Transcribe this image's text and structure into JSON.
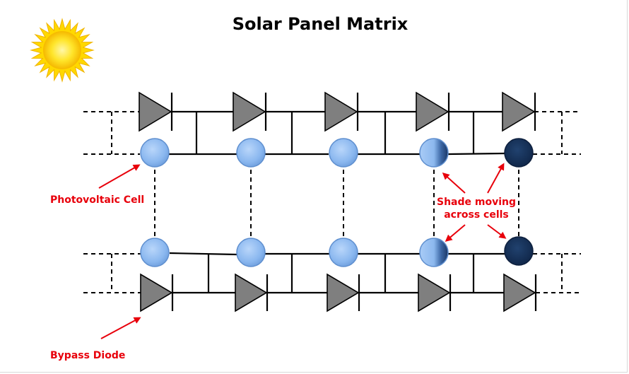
{
  "diagram": {
    "title": "Solar Panel Matrix",
    "labels": {
      "photovoltaic_cell": "Photovoltaic Cell",
      "shade_line1": "Shade moving",
      "shade_line2": "across cells",
      "bypass_diode": "Bypass Diode"
    },
    "colors": {
      "annotation": "#e8000b",
      "diode_fill": "#7f7f7f",
      "cell_light": "#9cc2f2",
      "cell_shaded": "#16325c",
      "sun": "#ffd800"
    },
    "icons": [
      "sun-icon",
      "diode-icon",
      "photovoltaic-cell-icon"
    ]
  }
}
